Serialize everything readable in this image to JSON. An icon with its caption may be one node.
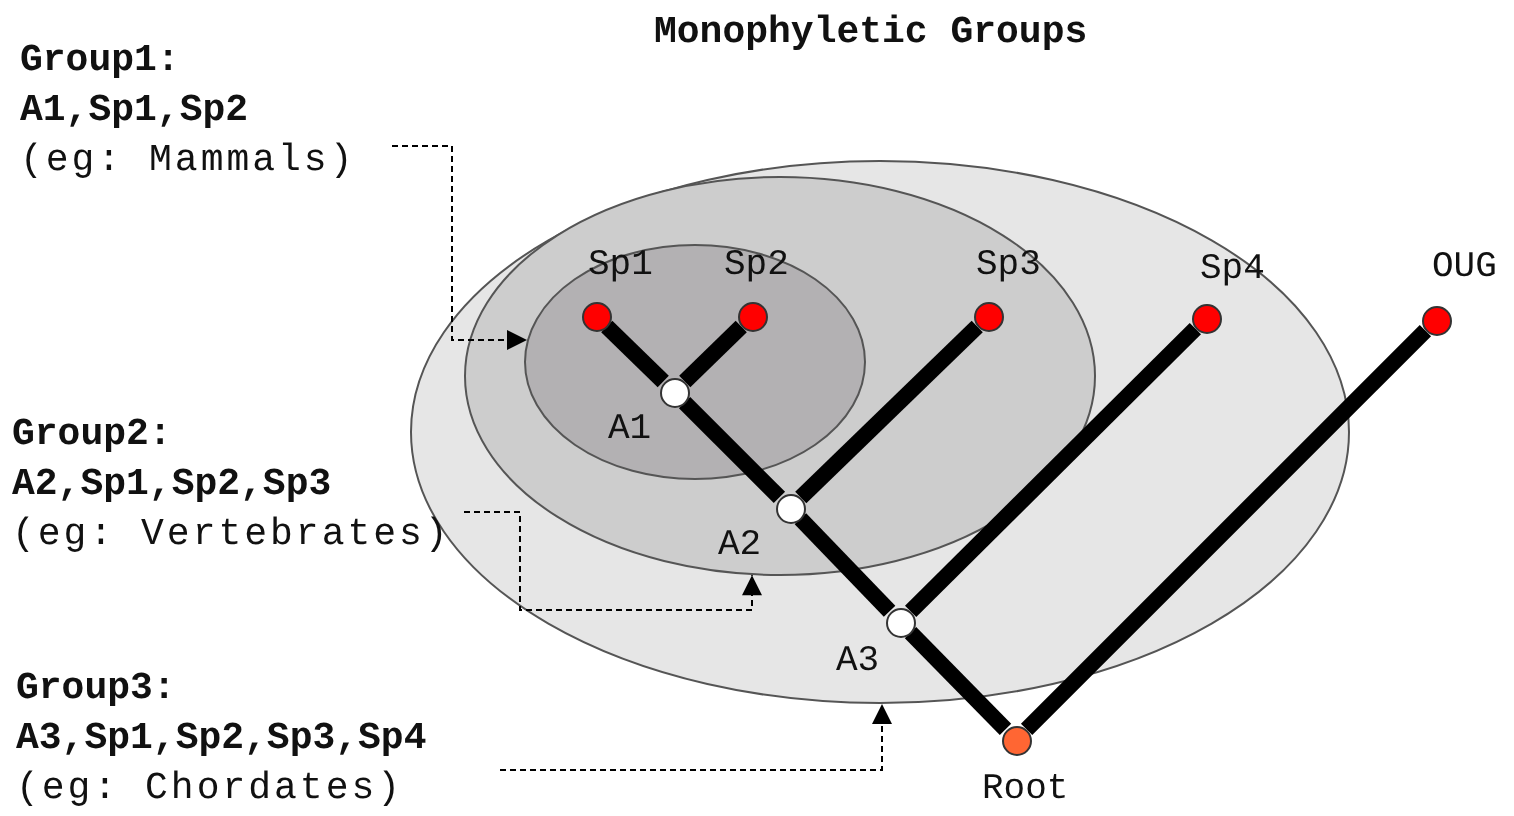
{
  "diagram": {
    "title": "Monophyletic Groups",
    "nodes": [
      {
        "text": [
          "Group1:",
          "A1,Sp1,Sp2",
          "(eg: Mammals)"
        ]
      },
      {
        "text": [
          "Group2:",
          "A2,Sp1,Sp2,Sp3",
          "(eg: Vertebrates)"
        ]
      },
      {
        "text": [
          "Group3:",
          "A3,Sp1,Sp2,Sp3,Sp4",
          "(eg: Chordates)"
        ]
      },
      {
        "text": [],
        "shape": "ellipse"
      },
      {
        "text": [],
        "shape": "ellipse",
        "in": 3
      },
      {
        "text": [],
        "shape": "ellipse",
        "in": 4
      },
      {
        "text": [
          "Sp1"
        ],
        "in": 5
      },
      {
        "text": [
          "Sp2"
        ],
        "in": 5
      },
      {
        "text": [
          "Sp3"
        ],
        "in": 4
      },
      {
        "text": [
          "Sp4"
        ],
        "in": 3
      },
      {
        "text": [
          "OUG"
        ]
      },
      {
        "text": [
          "A1"
        ],
        "in": 5
      },
      {
        "text": [
          "A2"
        ],
        "in": 4
      },
      {
        "text": [
          "A3"
        ],
        "in": 3
      },
      {
        "text": [
          "Root"
        ]
      }
    ],
    "edges": [
      {
        "from": 0,
        "to": 5,
        "arrow": "to",
        "style": "dashed"
      },
      {
        "from": 1,
        "to": 4,
        "arrow": "to",
        "style": "dashed"
      },
      {
        "from": 2,
        "to": 3,
        "arrow": "to",
        "style": "dashed"
      },
      {
        "from": 6,
        "to": 11,
        "arrow": "none"
      },
      {
        "from": 7,
        "to": 11,
        "arrow": "none"
      },
      {
        "from": 11,
        "to": 12,
        "arrow": "none"
      },
      {
        "from": 8,
        "to": 12,
        "arrow": "none"
      },
      {
        "from": 12,
        "to": 13,
        "arrow": "none"
      },
      {
        "from": 9,
        "to": 13,
        "arrow": "none"
      },
      {
        "from": 13,
        "to": 14,
        "arrow": "none"
      },
      {
        "from": 10,
        "to": 14,
        "arrow": "none"
      }
    ]
  }
}
